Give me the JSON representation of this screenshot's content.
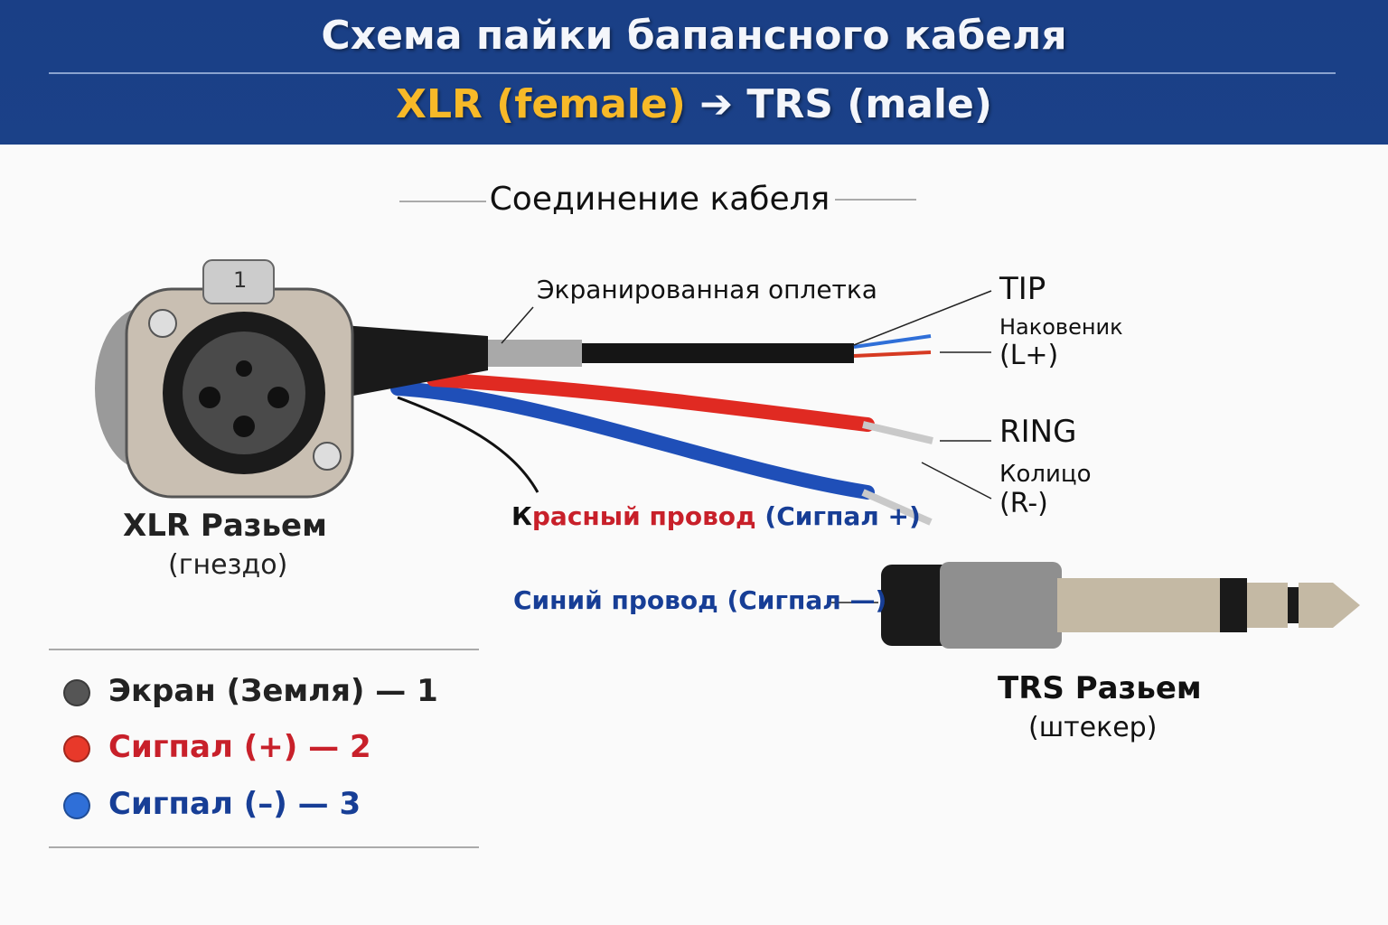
{
  "header": {
    "title": "Схема пайки бапансного кабеля",
    "subtitle_left": "XLR (female)",
    "arrow": "➔",
    "subtitle_right": "TRS (male)"
  },
  "section_title": "Соединение кабеля",
  "xlr": {
    "pin_tab": "1",
    "name": "XLR Разьем",
    "sub": "(гнездо)"
  },
  "trs": {
    "name": "TRS Разьем",
    "sub": "(штекер)"
  },
  "labels": {
    "shield": "Экранированная оплетка",
    "tip": "TIP",
    "tip_ru": "Наковеник",
    "tip_ch": "(L+)",
    "ring": "RING",
    "ring_ru": "Колицо",
    "ring_ch": "(R-)",
    "red_k": "К",
    "red_wire": "расный провод",
    "red_sig": "(Сигпал +)",
    "blue_wire": "Синий провод (Сигпал —)"
  },
  "legend": [
    {
      "text": "Экран (Земля) — 1",
      "color": "#555555"
    },
    {
      "text": "Сигпал (+) — 2",
      "color": "#e8392a"
    },
    {
      "text": "Сигпал (–) — 3",
      "color": "#2f6fd8"
    }
  ],
  "colors": {
    "header": "#1b4188",
    "accent": "#f7b928",
    "red": "#c8202a",
    "blue": "#173e96"
  }
}
